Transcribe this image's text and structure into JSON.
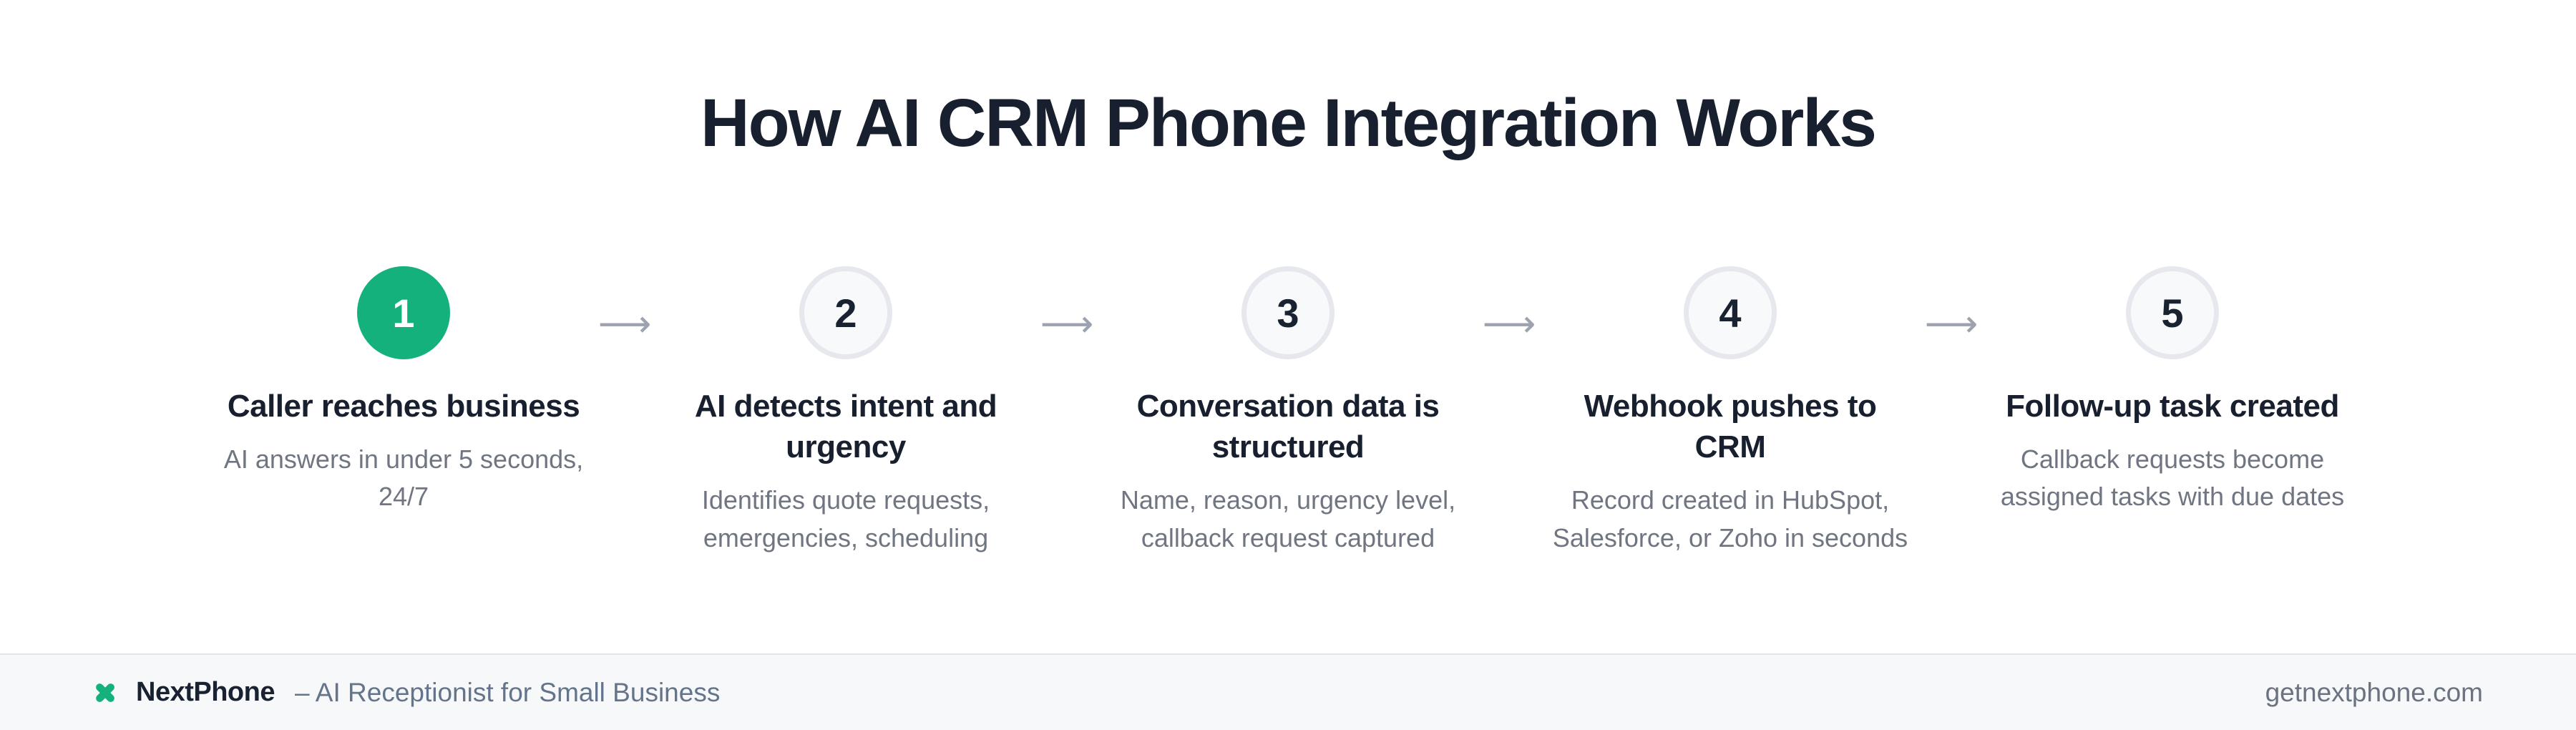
{
  "title": "How AI CRM Phone Integration Works",
  "arrow_icon": "⟶",
  "steps": [
    {
      "number": "1",
      "heading": "Caller reaches business",
      "description": "AI answers in under 5 seconds,\n24/7"
    },
    {
      "number": "2",
      "heading": "AI detects intent and\nurgency",
      "description": "Identifies quote requests,\nemergencies, scheduling"
    },
    {
      "number": "3",
      "heading": "Conversation data is\nstructured",
      "description": "Name, reason, urgency level,\ncallback request captured"
    },
    {
      "number": "4",
      "heading": "Webhook pushes to\nCRM",
      "description": "Record created in HubSpot,\nSalesforce, or Zoho in seconds"
    },
    {
      "number": "5",
      "heading": "Follow-up task created",
      "description": "Callback requests become\nassigned tasks with due dates"
    }
  ],
  "footer": {
    "brand_name": "NextPhone",
    "tagline": "– AI Receptionist for Small Business",
    "site_url": "getnextphone.com"
  },
  "colors": {
    "accent_green": "#14b17c",
    "heading_dark": "#18202f",
    "body_gray": "#6f7682",
    "arrow_gray": "#9ca3af",
    "circle_ring": "#e6e8ee",
    "circle_fill": "#f8f9fb",
    "footer_bg": "#f7f8fa"
  }
}
